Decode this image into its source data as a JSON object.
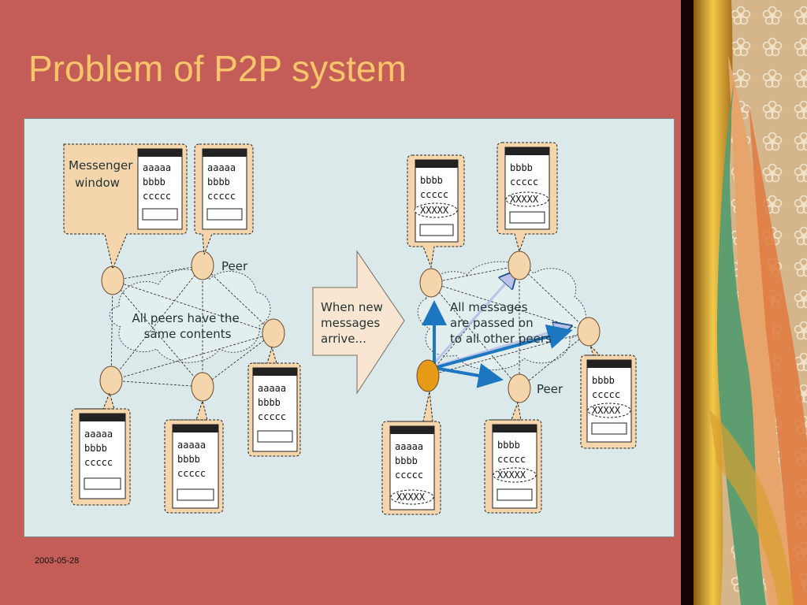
{
  "slide": {
    "title": "Problem of P2P system",
    "date": "2003-05-28",
    "colors": {
      "background": "#c45c58",
      "title": "#f7c56a",
      "figure_bg": "#dce9ea",
      "peer_fill": "#f5d6ac",
      "sender_fill": "#e59a18",
      "arrow": "#1d77c0"
    }
  },
  "diagram": {
    "left": {
      "messenger_label": [
        "Messenger",
        "window"
      ],
      "peer_label": "Peer",
      "cloud_label": [
        "All peers have the",
        "same contents"
      ],
      "window_lines": [
        "aaaaa",
        "bbbb",
        "ccccc"
      ]
    },
    "arrow_label": [
      "When new",
      "messages",
      "arrive..."
    ],
    "right": {
      "cloud_label": [
        "All messages",
        "are passed on",
        "to all other peers"
      ],
      "peer_label": "Peer",
      "sender_window_lines": [
        "aaaaa",
        "bbbb",
        "ccccc",
        "XXXXX"
      ],
      "receiver_window_lines": [
        "bbbb",
        "ccccc",
        "XXXXX"
      ]
    }
  }
}
